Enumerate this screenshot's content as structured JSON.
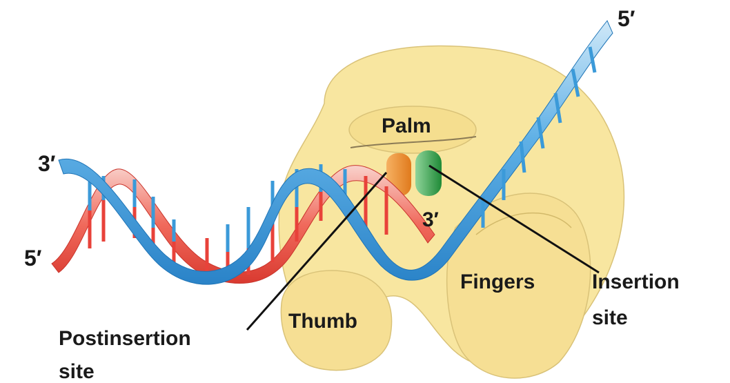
{
  "labels": {
    "palm": "Palm",
    "thumb": "Thumb",
    "fingers": "Fingers",
    "insertion_site": [
      "Insertion",
      "site"
    ],
    "postinsertion_site": [
      "Postinsertion",
      "site"
    ],
    "end_5_top": "5′",
    "end_3_left": "3′",
    "end_5_left": "5′",
    "end_3_primer": "3′"
  },
  "colors": {
    "protein": "#f8e6a0",
    "protein_edge": "#d9c278",
    "template_strand": "#3b9ad9",
    "template_light": "#bfe0f6",
    "primer_strand": "#e8423a",
    "primer_light": "#f6c3bd",
    "postinsertion_site": "#e8872a",
    "insertion_site": "#2f9e44"
  }
}
